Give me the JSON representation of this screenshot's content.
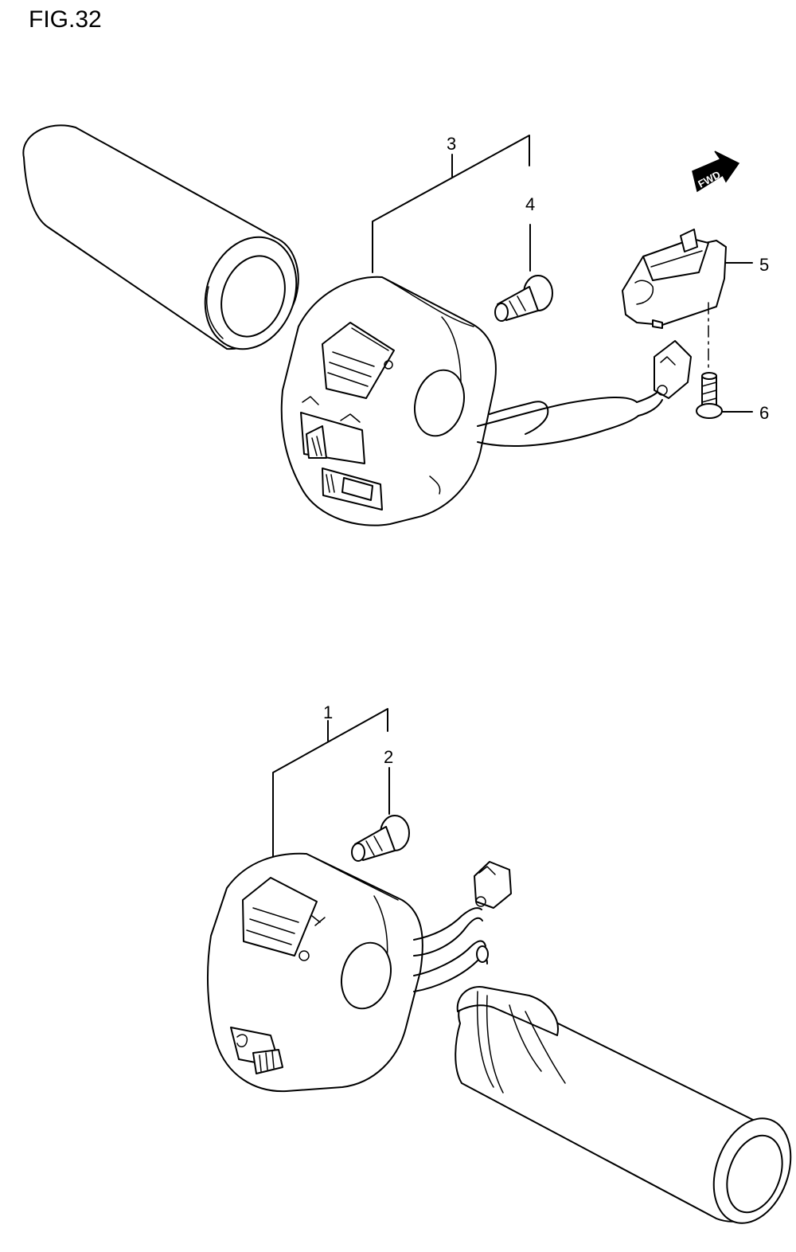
{
  "title": "FIG.32",
  "fwd_label": "FWD",
  "callouts": [
    {
      "id": "1",
      "text": "1"
    },
    {
      "id": "2",
      "text": "2"
    },
    {
      "id": "3",
      "text": "3"
    },
    {
      "id": "4",
      "text": "4"
    },
    {
      "id": "5",
      "text": "5"
    },
    {
      "id": "6",
      "text": "6"
    }
  ]
}
